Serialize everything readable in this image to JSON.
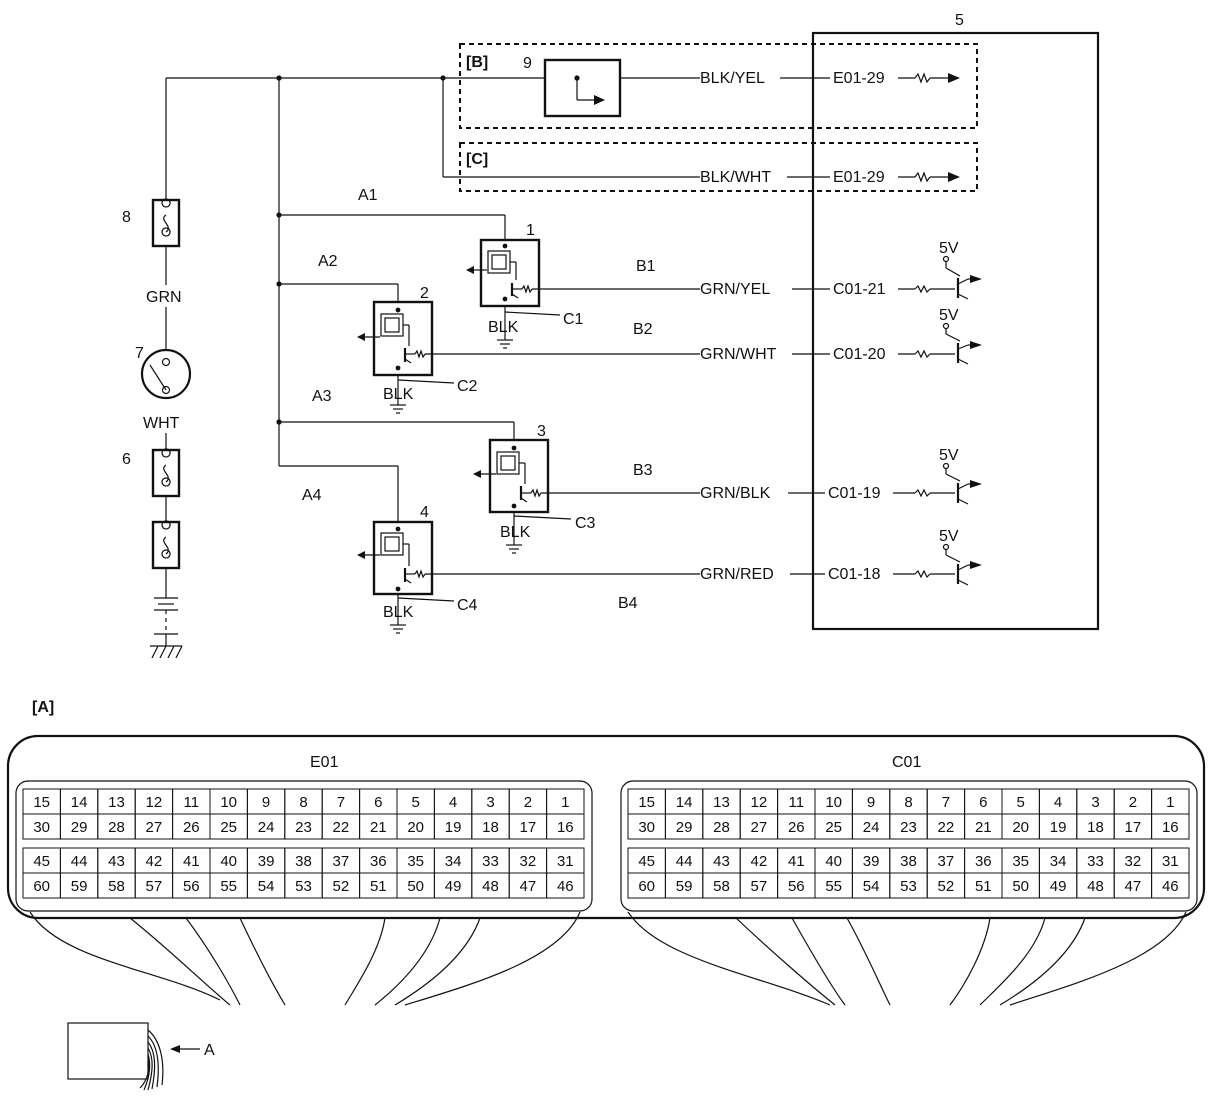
{
  "labels": {
    "ecm": "5",
    "box_b": "[B]",
    "box_c": "[C]",
    "part_9": "9",
    "part_8": "8",
    "part_7": "7",
    "part_6": "6",
    "wire_grn": "GRN",
    "wire_wht": "WHT",
    "section_a": "[A]",
    "arrow_a": "A"
  },
  "top_circuits": [
    {
      "box": "[B]",
      "wire": "BLK/YEL",
      "terminal": "E01-29"
    },
    {
      "box": "[C]",
      "wire": "BLK/WHT",
      "terminal": "E01-29"
    }
  ],
  "sensors": [
    {
      "number": "1",
      "feed": "A1",
      "signal": "B1",
      "ground_label": "C1",
      "ground_wire": "BLK",
      "wire_color": "GRN/YEL",
      "terminal": "C01-21",
      "supply": "5V"
    },
    {
      "number": "2",
      "feed": "A2",
      "signal": "B2",
      "ground_label": "C2",
      "ground_wire": "BLK",
      "wire_color": "GRN/WHT",
      "terminal": "C01-20",
      "supply": "5V"
    },
    {
      "number": "3",
      "feed": "A3",
      "signal": "B3",
      "ground_label": "C3",
      "ground_wire": "BLK",
      "wire_color": "GRN/BLK",
      "terminal": "C01-19",
      "supply": "5V"
    },
    {
      "number": "4",
      "feed": "A4",
      "signal": "B4",
      "ground_label": "C4",
      "ground_wire": "BLK",
      "wire_color": "GRN/RED",
      "terminal": "C01-18",
      "supply": "5V"
    }
  ],
  "connectors": [
    {
      "name": "E01",
      "rows": [
        [
          "15",
          "14",
          "13",
          "12",
          "11",
          "10",
          "9",
          "8",
          "7",
          "6",
          "5",
          "4",
          "3",
          "2",
          "1"
        ],
        [
          "30",
          "29",
          "28",
          "27",
          "26",
          "25",
          "24",
          "23",
          "22",
          "21",
          "20",
          "19",
          "18",
          "17",
          "16"
        ],
        [
          "45",
          "44",
          "43",
          "42",
          "41",
          "40",
          "39",
          "38",
          "37",
          "36",
          "35",
          "34",
          "33",
          "32",
          "31"
        ],
        [
          "60",
          "59",
          "58",
          "57",
          "56",
          "55",
          "54",
          "53",
          "52",
          "51",
          "50",
          "49",
          "48",
          "47",
          "46"
        ]
      ]
    },
    {
      "name": "C01",
      "rows": [
        [
          "15",
          "14",
          "13",
          "12",
          "11",
          "10",
          "9",
          "8",
          "7",
          "6",
          "5",
          "4",
          "3",
          "2",
          "1"
        ],
        [
          "30",
          "29",
          "28",
          "27",
          "26",
          "25",
          "24",
          "23",
          "22",
          "21",
          "20",
          "19",
          "18",
          "17",
          "16"
        ],
        [
          "45",
          "44",
          "43",
          "42",
          "41",
          "40",
          "39",
          "38",
          "37",
          "36",
          "35",
          "34",
          "33",
          "32",
          "31"
        ],
        [
          "60",
          "59",
          "58",
          "57",
          "56",
          "55",
          "54",
          "53",
          "52",
          "51",
          "50",
          "49",
          "48",
          "47",
          "46"
        ]
      ]
    }
  ]
}
